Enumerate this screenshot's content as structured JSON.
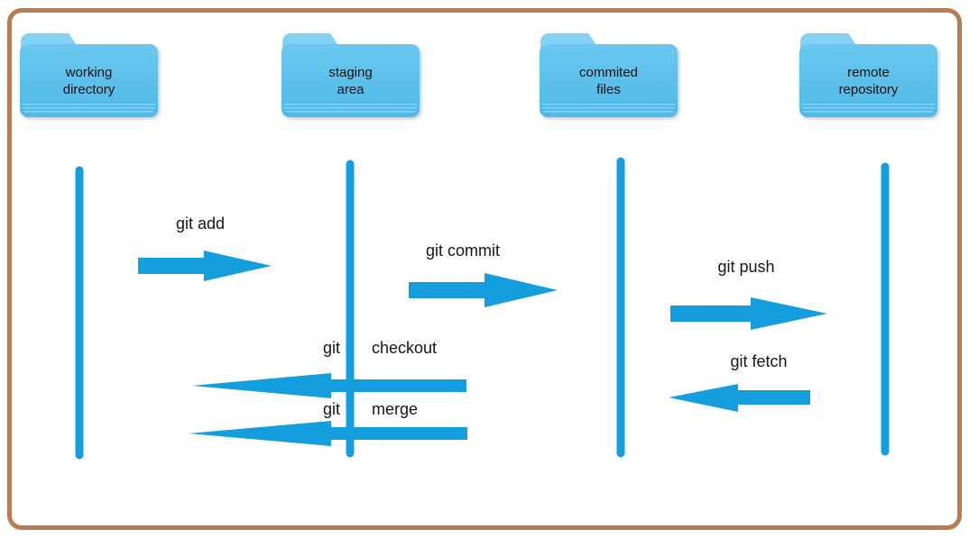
{
  "canvas": {
    "background": "#ffffff",
    "border_color": "#b97c52",
    "accent_blue": "#149ede",
    "folder_tab_color": "#84d1f3",
    "folder_body_color": "#5cc0ea"
  },
  "folders": [
    {
      "id": "working-directory",
      "line1": "working",
      "line2": "directory"
    },
    {
      "id": "staging-area",
      "line1": "staging",
      "line2": "area"
    },
    {
      "id": "commited-files",
      "line1": "commited",
      "line2": "files"
    },
    {
      "id": "remote-repository",
      "line1": "remote",
      "line2": "repository"
    }
  ],
  "commands": {
    "add": {
      "label": "git add",
      "direction": "right"
    },
    "commit": {
      "label": "git commit",
      "direction": "right"
    },
    "push": {
      "label": "git push",
      "direction": "right"
    },
    "fetch": {
      "label": "git fetch",
      "direction": "left"
    },
    "checkout": {
      "word": "git",
      "command": "checkout",
      "direction": "left"
    },
    "merge": {
      "word": "git",
      "command": "merge",
      "direction": "left"
    }
  }
}
